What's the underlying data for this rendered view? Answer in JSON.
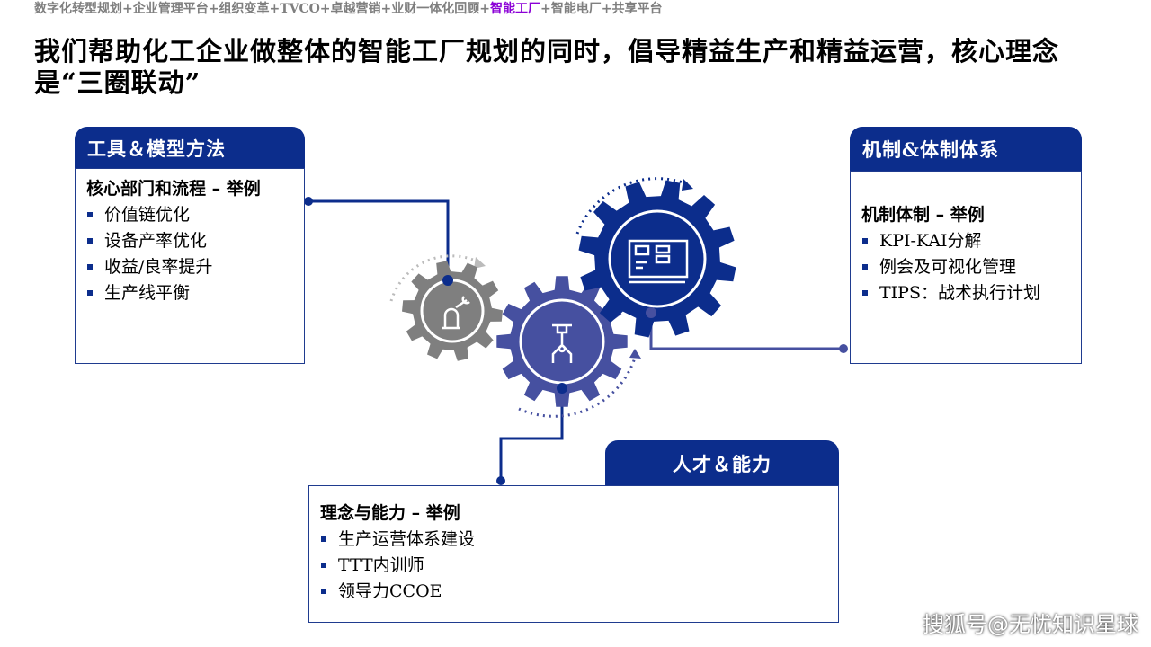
{
  "breadcrumb": {
    "before": "数字化转型规划+企业管理平台+组织变革+TVCO+卓越营销+业财一体化回顾+",
    "highlight": "智能工厂",
    "after": "+智能电厂+共享平台"
  },
  "title": "我们帮助化工企业做整体的智能工厂规划的同时，倡导精益生产和精益运营，核心理念是“三圈联动”",
  "tools": {
    "header": "工具＆模型方法",
    "subtitle": "核心部门和流程 – 举例",
    "items": [
      "价值链优化",
      "设备产率优化",
      "收益/良率提升",
      "生产线平衡"
    ]
  },
  "mechanism": {
    "header": "机制&体制体系",
    "subtitle": "机制体制 – 举例",
    "items": [
      "KPI-KAI分解",
      "例会及可视化管理",
      "TIPS：战术执行计划"
    ]
  },
  "talent": {
    "header": "人才＆能力",
    "subtitle": "理念与能力 – 举例",
    "items": [
      "生产运营体系建设",
      "TTT内训师",
      "领导力CCOE"
    ]
  },
  "watermark": "搜狐号@无忧知识星球",
  "colors": {
    "navy": "#0c2d8c",
    "purple": "#4650a0",
    "gray": "#7f7f7f",
    "highlight": "#8b00d6"
  }
}
